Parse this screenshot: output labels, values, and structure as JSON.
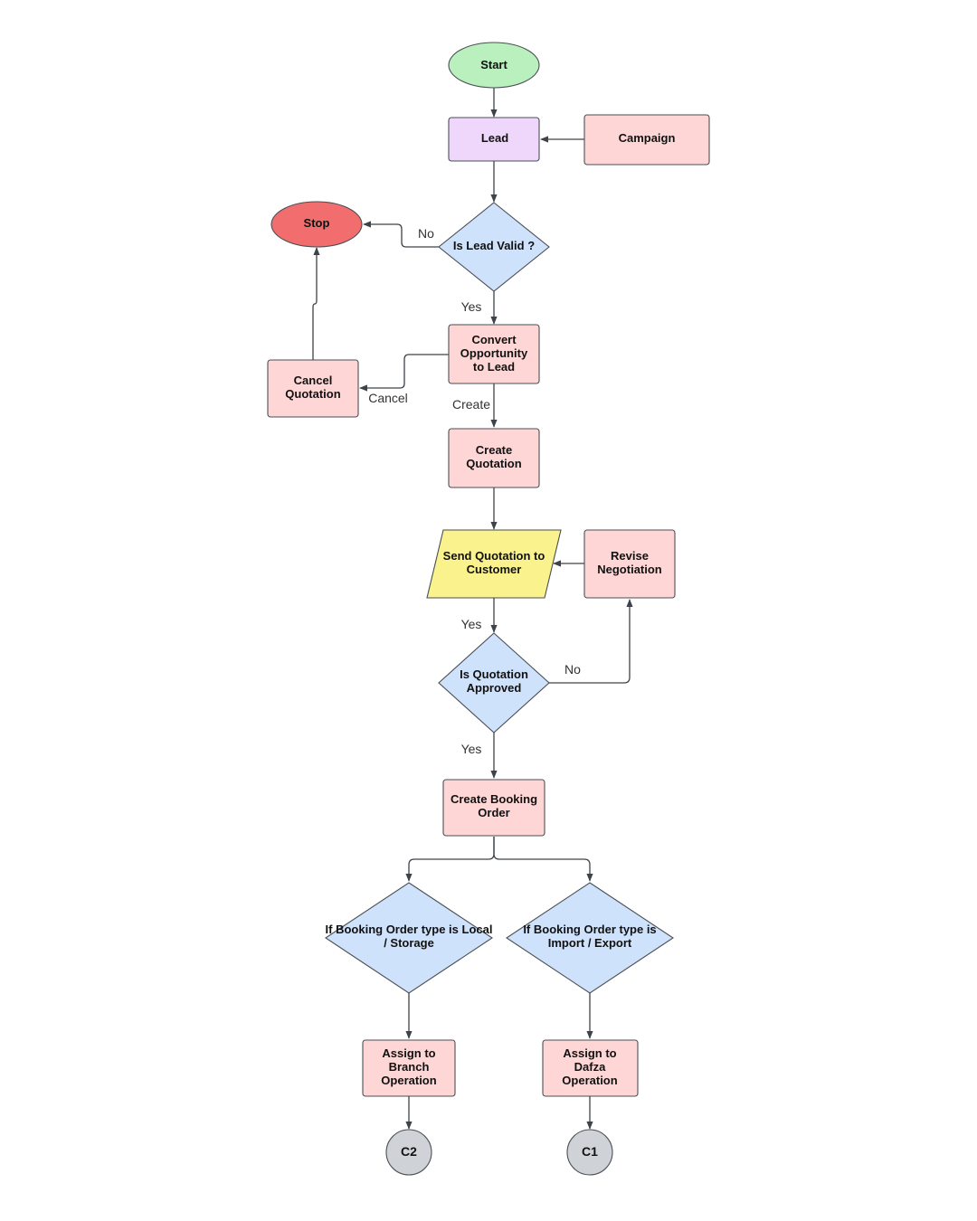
{
  "colors": {
    "terminal_start": "#b9f0bd",
    "terminal_stop": "#f26d6d",
    "lead": "#efd6fb",
    "process": "#ffd6d6",
    "decision": "#cfe2fb",
    "io": "#faf28c",
    "connector": "#cfd2d6",
    "line": "#3d4349"
  },
  "nodes": {
    "start": "Start",
    "lead": "Lead",
    "campaign": "Campaign",
    "stop": "Stop",
    "lead_valid": "Is Lead Valid ?",
    "convert_opportunity": [
      "Convert",
      "Opportunity",
      "to Lead"
    ],
    "cancel_quotation": [
      "Cancel",
      "Quotation"
    ],
    "create_quotation": [
      "Create",
      "Quotation"
    ],
    "send_quotation": [
      "Send Quotation to",
      "Customer"
    ],
    "revise_negotiation": [
      "Revise",
      "Negotiation"
    ],
    "quotation_approved": [
      "Is Quotation",
      "Approved"
    ],
    "create_booking": [
      "Create Booking",
      "Order"
    ],
    "local_storage": [
      "If Booking Order type is Local",
      "/ Storage"
    ],
    "import_export": [
      "If Booking Order type is",
      "Import / Export"
    ],
    "assign_branch": [
      "Assign to",
      "Branch",
      "Operation"
    ],
    "assign_dafza": [
      "Assign to",
      "Dafza",
      "Operation"
    ],
    "connector_c2": "C2",
    "connector_c1": "C1"
  },
  "edge_labels": {
    "no_lead": "No",
    "yes_lead": "Yes",
    "cancel": "Cancel",
    "create": "Create",
    "yes_send": "Yes",
    "no_revise": "No",
    "yes_booking": "Yes"
  }
}
